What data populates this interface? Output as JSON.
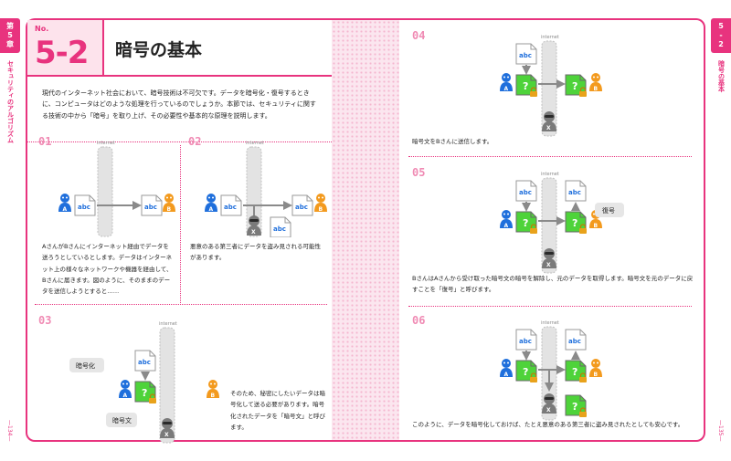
{
  "chapter_tab": {
    "line1": "第",
    "line2": "5",
    "line3": "章"
  },
  "chapter_title": "セキュリティのアルゴリズム",
  "section_tab": {
    "line1": "5",
    "line2": "-",
    "line3": "2"
  },
  "section_side_title": "暗号の基本",
  "page_left_num": "—134—",
  "page_right_num": "—135—",
  "header": {
    "no_label": "No.",
    "number": "5-2",
    "title": "暗号の基本"
  },
  "intro": "現代のインターネット社会において、暗号技術は不可欠です。データを暗号化・復号するときに、コンピュータはどのような処理を行っているのでしょうか。本節では、セキュリティに関する技術の中から「暗号」を取り上げ、その必要性や基本的な原理を説明します。",
  "diagram": {
    "internet": "internet",
    "plain": "abc",
    "cipher": "?",
    "user_a": "A",
    "user_b": "B",
    "user_x": "X",
    "encrypt_label": "暗号化",
    "ciphertext_label": "暗号文",
    "decrypt_label": "復号"
  },
  "panels": {
    "p01": {
      "label": "01",
      "caption": "AさんがBさんにインターネット経由でデータを送ろうとしているとします。データはインターネット上の様々なネットワークや機器を経由して、Bさんに届きます。図のように、そのままのデータを送信しようとすると……"
    },
    "p02": {
      "label": "02",
      "caption": "悪意のある第三者にデータを盗み見される可能性があります。"
    },
    "p03": {
      "label": "03",
      "caption": "そのため、秘密にしたいデータは暗号化して送る必要があります。暗号化されたデータを「暗号文」と呼びます。"
    },
    "p04": {
      "label": "04",
      "caption": "暗号文をBさんに送信します。"
    },
    "p05": {
      "label": "05",
      "caption": "BさんはAさんから受け取った暗号文の暗号を解除し、元のデータを取得します。暗号文を元のデータに戻すことを「復号」と呼びます。"
    },
    "p06": {
      "label": "06",
      "caption": "このように、データを暗号化しておけば、たとえ悪意のある第三者に盗み見されたとしても安心です。"
    }
  },
  "colors": {
    "accent": "#e8337e",
    "person_a": "#1f6fdc",
    "person_b": "#f39a1e",
    "cipher": "#4ed33a",
    "lock": "#e8a21b",
    "cloud": "#e3e3e3"
  }
}
